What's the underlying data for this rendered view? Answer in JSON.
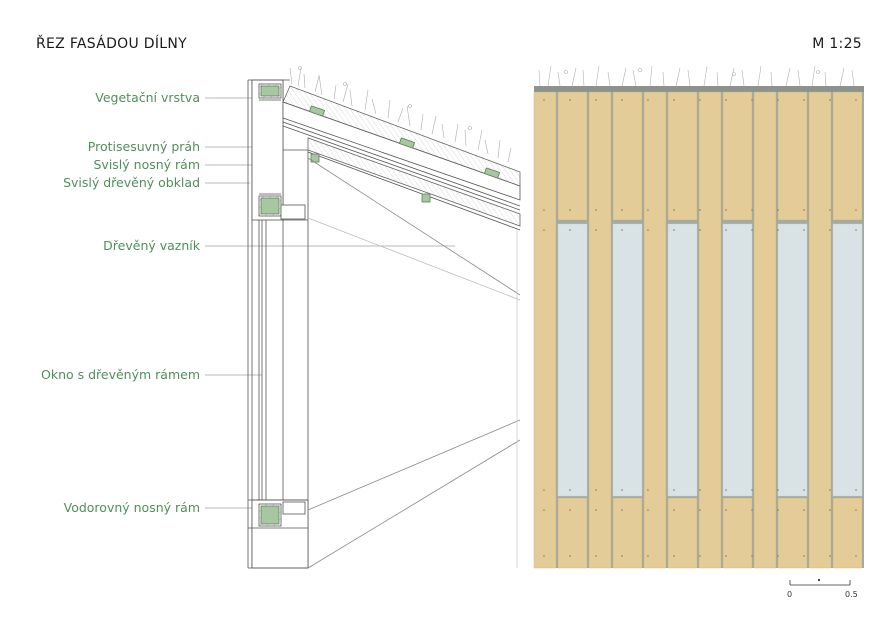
{
  "header": {
    "title": "ŘEZ FASÁDOU DÍLNY",
    "scale": "M 1:25"
  },
  "labels": [
    {
      "id": "vegetacni-vrstva",
      "text": "Vegetační vrstva"
    },
    {
      "id": "protisesuvny-prah",
      "text": "Protisesuvný práh"
    },
    {
      "id": "svisly-nosny-ram",
      "text": "Svislý nosný rám"
    },
    {
      "id": "svisly-dreveny-obklad",
      "text": "Svislý dřevěný obklad"
    },
    {
      "id": "dreveny-vaznik",
      "text": "Dřevěný vazník"
    },
    {
      "id": "okno-s-drevenym-ramem",
      "text": "Okno s dřevěným rámem"
    },
    {
      "id": "vodorovny-nosny-ram",
      "text": "Vodorovný nosný rám"
    }
  ],
  "scale_bar": {
    "start": "0",
    "end": "0.5"
  },
  "colors": {
    "label_green": "#4f8f5a",
    "wood": "#e3cc98",
    "wood_dark": "#c9ad72",
    "glass": "#d9e3e6",
    "joint": "#9aa39a",
    "cap": "#8c938c"
  }
}
